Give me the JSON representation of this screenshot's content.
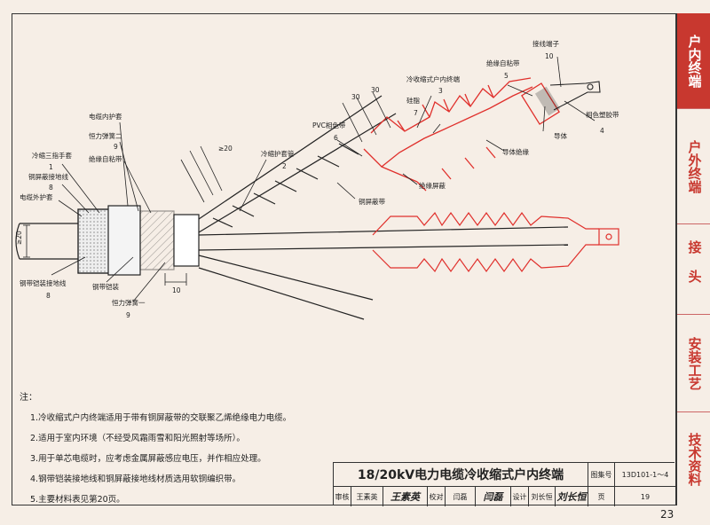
{
  "tabs": [
    {
      "label": "户内终端",
      "active": true
    },
    {
      "label": "户外终端",
      "active": false
    },
    {
      "label": "接头",
      "active": false
    },
    {
      "label": "安装工艺",
      "active": false
    },
    {
      "label": "技术资料",
      "active": false
    }
  ],
  "page_number": "23",
  "drawing_labels": {
    "l1": "冷缩三指手套",
    "n1": "1",
    "l8a": "铜屏蔽接地线",
    "n8a": "8",
    "l_oj": "电缆外护套",
    "l_ip": "电缆内护套",
    "l9a": "恒力弹簧二",
    "n9a": "9",
    "l_ins": "绝缘自粘带",
    "l_dim20": "≥20",
    "l2": "冷缩护套管",
    "n2": "2",
    "l6": "PVC相色带",
    "n6": "6",
    "l7": "硅脂",
    "n7": "7",
    "l3": "冷收缩式户内终端",
    "n3": "3",
    "l5": "绝缘自粘带",
    "n5": "5",
    "l10": "接线端子",
    "n10": "10",
    "l4": "相色塑胶带",
    "n4": "4",
    "l_cond": "导体",
    "l_ci": "导体绝缘",
    "l_ish": "绝缘屏蔽",
    "l_cs": "铜屏蔽带",
    "l_armor": "钢带铠装",
    "l8b": "钢带铠装接地线",
    "n8b": "8",
    "l9b": "恒力弹簧一",
    "n9b": "9",
    "d30a": "30",
    "d30b": "30",
    "d20": "≥20",
    "d10": "10"
  },
  "notes": {
    "title": "注：",
    "items": [
      "1.冷收缩式户内终端适用于带有铜屏蔽带的交联聚乙烯绝缘电力电缆。",
      "2.适用于室内环境（不经受风霜雨雪和阳光照射等场所）。",
      "3.用于单芯电缆时，应考虑金属屏蔽感应电压，并作相应处理。",
      "4.钢带铠装接地线和铜屏蔽接地线材质选用软铜编织带。",
      "5.主要材料表见第20页。"
    ]
  },
  "title_block": {
    "title": "18/20kV电力电缆冷收缩式户内终端",
    "atlas_label": "图集号",
    "atlas_no": "13D101-1～4",
    "review_label": "审核",
    "reviewer": "王素英",
    "reviewer_sig": "王素英",
    "check_label": "校对",
    "checker": "闫磊",
    "checker_sig": "闫磊",
    "design_label": "设计",
    "designer": "刘长恒",
    "designer_sig": "刘长恒",
    "page_label": "页",
    "page": "19"
  },
  "colors": {
    "red": "#e0302c",
    "ink": "#222222",
    "tab_active": "#c8382f"
  }
}
